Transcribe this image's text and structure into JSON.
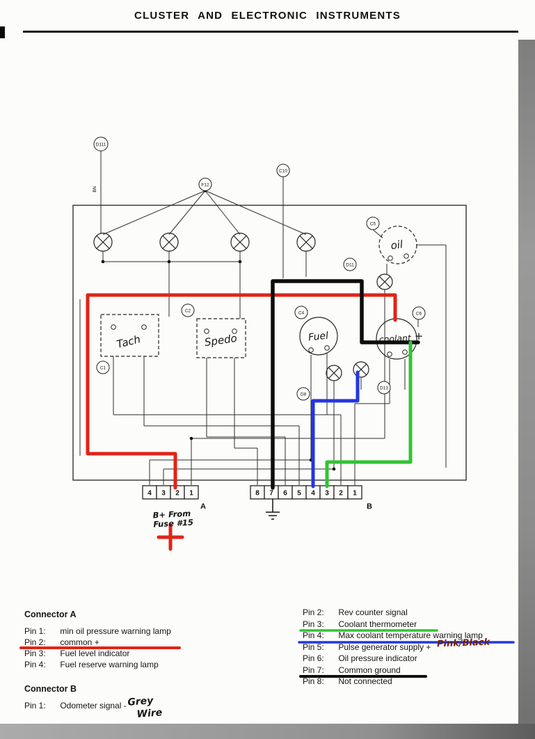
{
  "page": {
    "title": "CLUSTER AND ELECTRONIC INSTRUMENTS"
  },
  "diagram": {
    "refs": {
      "d111": "D111",
      "f12": "F12",
      "c10": "C10",
      "c5": "C5",
      "d11": "D11",
      "c2": "C2",
      "c4": "C4",
      "c6": "C6",
      "c1": "C1",
      "d8": "D8",
      "d13": "D13",
      "bn": "BN"
    },
    "gauges": {
      "tach": "Tach",
      "spedo": "Spedo",
      "fuel": "Fuel",
      "coolant": "coolant",
      "coolant_plus": "+",
      "oil": "oil"
    },
    "connector_a": {
      "label": "A",
      "pins": [
        "4",
        "3",
        "2",
        "1"
      ]
    },
    "connector_b": {
      "label": "B",
      "pins": [
        "8",
        "7",
        "6",
        "5",
        "4",
        "3",
        "2",
        "1"
      ]
    },
    "handwritten": {
      "fuse_line1": "B+ From",
      "fuse_line2": "Fuse #15"
    }
  },
  "annotations": {
    "colors": {
      "red": "#e02417",
      "blue": "#2336e0",
      "green": "#31c431",
      "black": "#0d0d0d",
      "maroon": "#6d2015"
    }
  },
  "legend": {
    "connector_a": {
      "heading": "Connector A",
      "pins": [
        {
          "label": "Pin 1:",
          "desc": "min oil pressure warning lamp"
        },
        {
          "label": "Pin 2:",
          "desc": "common +"
        },
        {
          "label": "Pin 3:",
          "desc": "Fuel level indicator"
        },
        {
          "label": "Pin 4:",
          "desc": "Fuel reserve warning lamp"
        }
      ]
    },
    "connector_b": {
      "heading": "Connector B",
      "pin1": {
        "label": "Pin 1:",
        "desc": "Odometer signal -"
      },
      "pins": [
        {
          "label": "Pin 2:",
          "desc": "Rev counter signal"
        },
        {
          "label": "Pin 3:",
          "desc": "Coolant thermometer"
        },
        {
          "label": "Pin 4:",
          "desc": "Max coolant temperature warning lamp"
        },
        {
          "label": "Pin 5:",
          "desc": "Pulse generator supply +"
        },
        {
          "label": "Pin 6:",
          "desc": "Oil pressure indicator"
        },
        {
          "label": "Pin 7:",
          "desc": "Common ground"
        },
        {
          "label": "Pin 8:",
          "desc": "Not connected"
        }
      ]
    },
    "handwritten": {
      "grey_line1": "Grey",
      "grey_line2": "Wire",
      "pink_black": "Pink/Black"
    }
  }
}
